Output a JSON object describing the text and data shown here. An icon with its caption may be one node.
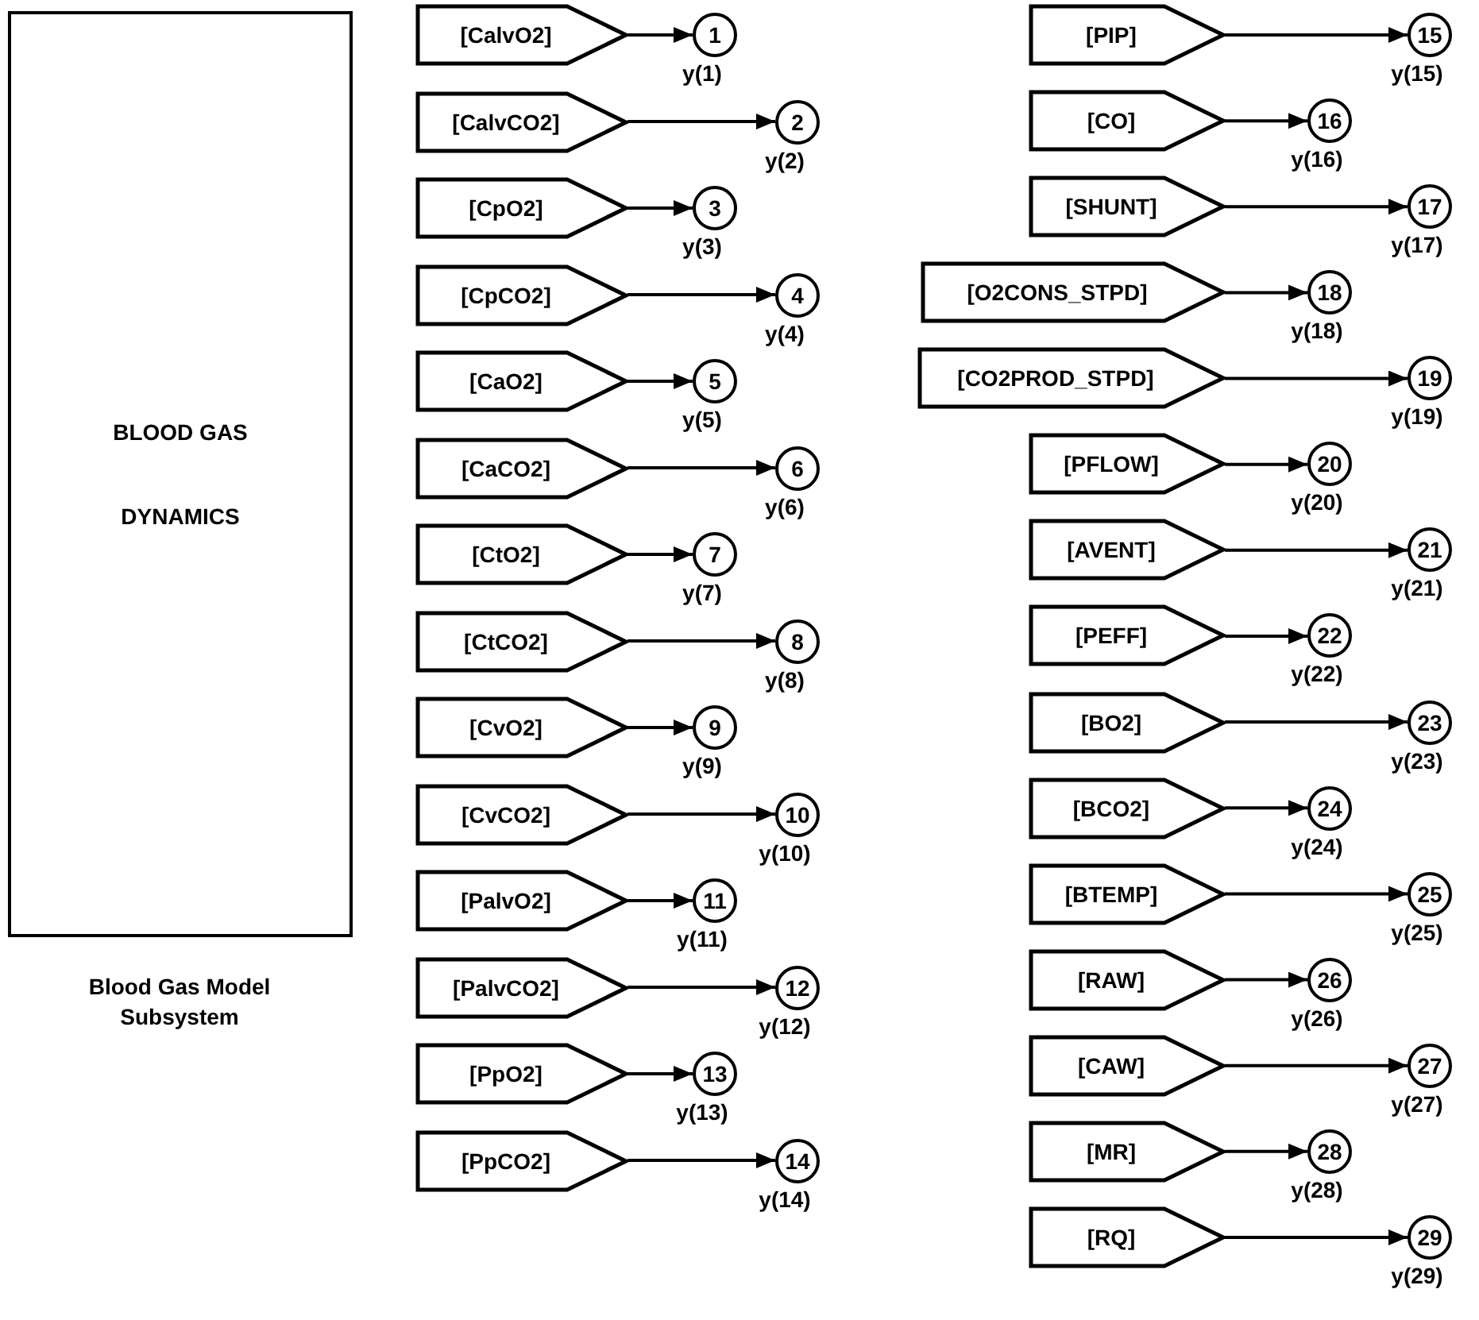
{
  "diagram": {
    "nodes": [
      {
        "text": [
          "BLOOD GAS",
          "DYNAMICS"
        ],
        "beside": [
          "Blood Gas Model Subsystem"
        ]
      },
      {
        "text": [
          "[CalvO2]"
        ]
      },
      {
        "text": [
          "1"
        ],
        "beside": [
          "y(1)"
        ]
      },
      {
        "text": [
          "[CalvCO2]"
        ]
      },
      {
        "text": [
          "2"
        ],
        "beside": [
          "y(2)"
        ]
      },
      {
        "text": [
          "[CpO2]"
        ]
      },
      {
        "text": [
          "3"
        ],
        "beside": [
          "y(3)"
        ]
      },
      {
        "text": [
          "[CpCO2]"
        ]
      },
      {
        "text": [
          "4"
        ],
        "beside": [
          "y(4)"
        ]
      },
      {
        "text": [
          "[CaO2]"
        ]
      },
      {
        "text": [
          "5"
        ],
        "beside": [
          "y(5)"
        ]
      },
      {
        "text": [
          "[CaCO2]"
        ]
      },
      {
        "text": [
          "6"
        ],
        "beside": [
          "y(6)"
        ]
      },
      {
        "text": [
          "[CtO2]"
        ]
      },
      {
        "text": [
          "7"
        ],
        "beside": [
          "y(7)"
        ]
      },
      {
        "text": [
          "[CtCO2]"
        ]
      },
      {
        "text": [
          "8"
        ],
        "beside": [
          "y(8)"
        ]
      },
      {
        "text": [
          "[CvO2]"
        ]
      },
      {
        "text": [
          "9"
        ],
        "beside": [
          "y(9)"
        ]
      },
      {
        "text": [
          "[CvCO2]"
        ]
      },
      {
        "text": [
          "10"
        ],
        "beside": [
          "y(10)"
        ]
      },
      {
        "text": [
          "[PalvO2]"
        ]
      },
      {
        "text": [
          "11"
        ],
        "beside": [
          "y(11)"
        ]
      },
      {
        "text": [
          "[PalvCO2]"
        ]
      },
      {
        "text": [
          "12"
        ],
        "beside": [
          "y(12)"
        ]
      },
      {
        "text": [
          "[PpO2]"
        ]
      },
      {
        "text": [
          "13"
        ],
        "beside": [
          "y(13)"
        ]
      },
      {
        "text": [
          "[PpCO2]"
        ]
      },
      {
        "text": [
          "14"
        ],
        "beside": [
          "y(14)"
        ]
      },
      {
        "text": [
          "[PIP]"
        ]
      },
      {
        "text": [
          "15"
        ],
        "beside": [
          "y(15)"
        ]
      },
      {
        "text": [
          "[CO]"
        ]
      },
      {
        "text": [
          "16"
        ],
        "beside": [
          "y(16)"
        ]
      },
      {
        "text": [
          "[SHUNT]"
        ]
      },
      {
        "text": [
          "17"
        ],
        "beside": [
          "y(17)"
        ]
      },
      {
        "text": [
          "[O2CONS_STPD]"
        ]
      },
      {
        "text": [
          "18"
        ],
        "beside": [
          "y(18)"
        ]
      },
      {
        "text": [
          "[CO2PROD_STPD]"
        ]
      },
      {
        "text": [
          "19"
        ],
        "beside": [
          "y(19)"
        ]
      },
      {
        "text": [
          "[PFLOW]"
        ]
      },
      {
        "text": [
          "20"
        ],
        "beside": [
          "y(20)"
        ]
      },
      {
        "text": [
          "[AVENT]"
        ]
      },
      {
        "text": [
          "21"
        ],
        "beside": [
          "y(21)"
        ]
      },
      {
        "text": [
          "[PEFF]"
        ]
      },
      {
        "text": [
          "22"
        ],
        "beside": [
          "y(22)"
        ]
      },
      {
        "text": [
          "[BO2]"
        ]
      },
      {
        "text": [
          "23"
        ],
        "beside": [
          "y(23)"
        ]
      },
      {
        "text": [
          "[BCO2]"
        ]
      },
      {
        "text": [
          "24"
        ],
        "beside": [
          "y(24)"
        ]
      },
      {
        "text": [
          "[BTEMP]"
        ]
      },
      {
        "text": [
          "25"
        ],
        "beside": [
          "y(25)"
        ]
      },
      {
        "text": [
          "[RAW]"
        ]
      },
      {
        "text": [
          "26"
        ],
        "beside": [
          "y(26)"
        ]
      },
      {
        "text": [
          "[CAW]"
        ]
      },
      {
        "text": [
          "27"
        ],
        "beside": [
          "y(27)"
        ]
      },
      {
        "text": [
          "[MR]"
        ]
      },
      {
        "text": [
          "28"
        ],
        "beside": [
          "y(28)"
        ]
      },
      {
        "text": [
          "[RQ]"
        ]
      },
      {
        "text": [
          "29"
        ],
        "beside": [
          "y(29)"
        ]
      }
    ],
    "edges": [
      {
        "from": 1,
        "to": 2,
        "arrow": "to"
      },
      {
        "from": 3,
        "to": 4,
        "arrow": "to"
      },
      {
        "from": 5,
        "to": 6,
        "arrow": "to"
      },
      {
        "from": 7,
        "to": 8,
        "arrow": "to"
      },
      {
        "from": 9,
        "to": 10,
        "arrow": "to"
      },
      {
        "from": 11,
        "to": 12,
        "arrow": "to"
      },
      {
        "from": 13,
        "to": 14,
        "arrow": "to"
      },
      {
        "from": 15,
        "to": 16,
        "arrow": "to"
      },
      {
        "from": 17,
        "to": 18,
        "arrow": "to"
      },
      {
        "from": 19,
        "to": 20,
        "arrow": "to"
      },
      {
        "from": 21,
        "to": 22,
        "arrow": "to"
      },
      {
        "from": 23,
        "to": 24,
        "arrow": "to"
      },
      {
        "from": 25,
        "to": 26,
        "arrow": "to"
      },
      {
        "from": 27,
        "to": 28,
        "arrow": "to"
      },
      {
        "from": 29,
        "to": 30,
        "arrow": "to"
      },
      {
        "from": 31,
        "to": 32,
        "arrow": "to"
      },
      {
        "from": 33,
        "to": 34,
        "arrow": "to"
      },
      {
        "from": 35,
        "to": 36,
        "arrow": "to"
      },
      {
        "from": 37,
        "to": 38,
        "arrow": "to"
      },
      {
        "from": 39,
        "to": 40,
        "arrow": "to"
      },
      {
        "from": 41,
        "to": 42,
        "arrow": "to"
      },
      {
        "from": 43,
        "to": 44,
        "arrow": "to"
      },
      {
        "from": 45,
        "to": 46,
        "arrow": "to"
      },
      {
        "from": 47,
        "to": 48,
        "arrow": "to"
      },
      {
        "from": 49,
        "to": 50,
        "arrow": "to"
      },
      {
        "from": 51,
        "to": 52,
        "arrow": "to"
      },
      {
        "from": 53,
        "to": 54,
        "arrow": "to"
      },
      {
        "from": 55,
        "to": 56,
        "arrow": "to"
      },
      {
        "from": 57,
        "to": 58,
        "arrow": "to"
      }
    ]
  }
}
